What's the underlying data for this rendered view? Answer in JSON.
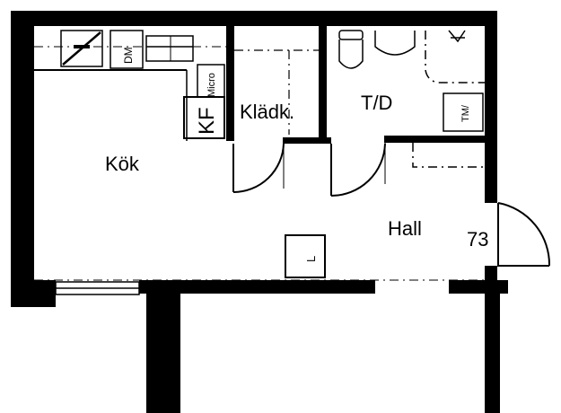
{
  "plan": {
    "rooms": {
      "kok": "Kök",
      "kladk": "Klädk.",
      "td": "T/D",
      "hall": "Hall"
    },
    "entrance_number": "73",
    "appliances": {
      "dm": "DM",
      "kf": "KF",
      "micro": "Micro",
      "tm": "TM/",
      "l": "L"
    }
  },
  "colors": {
    "wall": "#000000",
    "background": "#ffffff"
  }
}
